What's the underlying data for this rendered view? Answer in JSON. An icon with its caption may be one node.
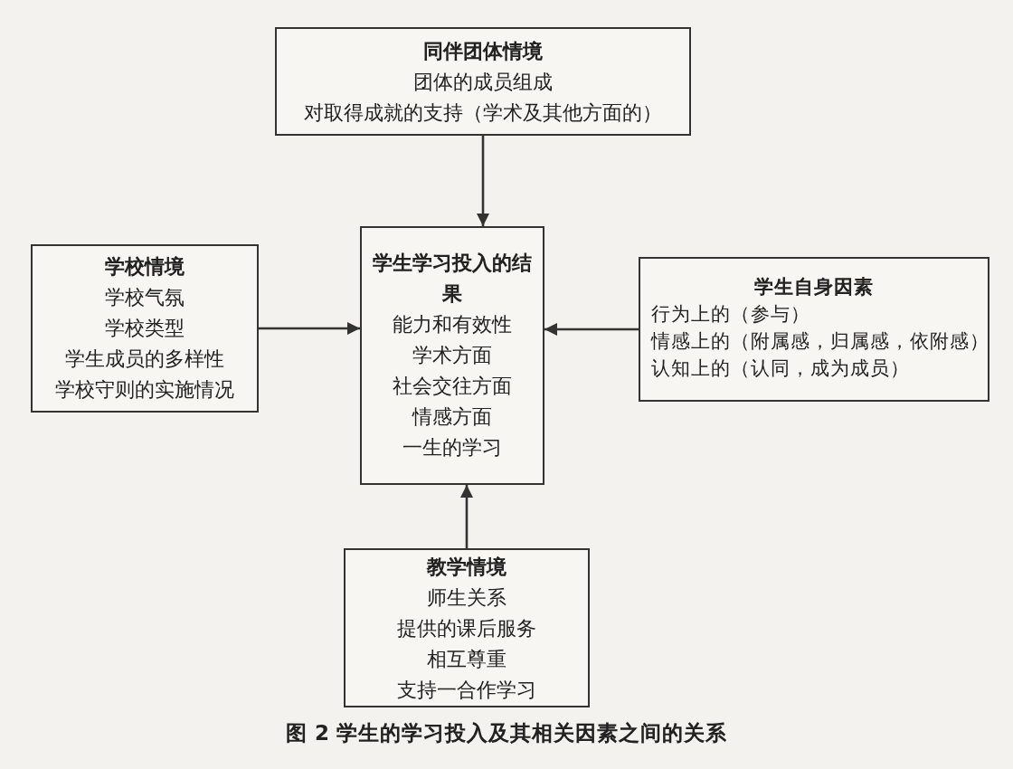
{
  "diagram": {
    "caption": "图 2 学生的学习投入及其相关因素之间的关系",
    "nodes": [
      {
        "text": [
          "同伴团体情境",
          "团体的成员组成",
          "对取得成就的支持（学术及其他方面的）"
        ]
      },
      {
        "text": [
          "学校情境",
          "学校气氛",
          "学校类型",
          "学生成员的多样性",
          "学校守则的实施情况"
        ]
      },
      {
        "text": [
          "学生学习投入的结果",
          "能力和有效性",
          "学术方面",
          "社会交往方面",
          "情感方面",
          "一生的学习"
        ]
      },
      {
        "text": [
          "学生自身因素",
          "行为上的（参与）",
          "情感上的（附属感，归属感，依附感）",
          "认知上的（认同，成为成员）"
        ]
      },
      {
        "text": [
          "教学情境",
          "师生关系",
          "提供的课后服务",
          "相互尊重",
          "支持一合作学习"
        ]
      }
    ],
    "edges": [
      {
        "from": 0,
        "to": 2,
        "arrow": "to"
      },
      {
        "from": 1,
        "to": 2,
        "arrow": "to"
      },
      {
        "from": 3,
        "to": 2,
        "arrow": "to"
      },
      {
        "from": 4,
        "to": 2,
        "arrow": "to"
      }
    ]
  }
}
